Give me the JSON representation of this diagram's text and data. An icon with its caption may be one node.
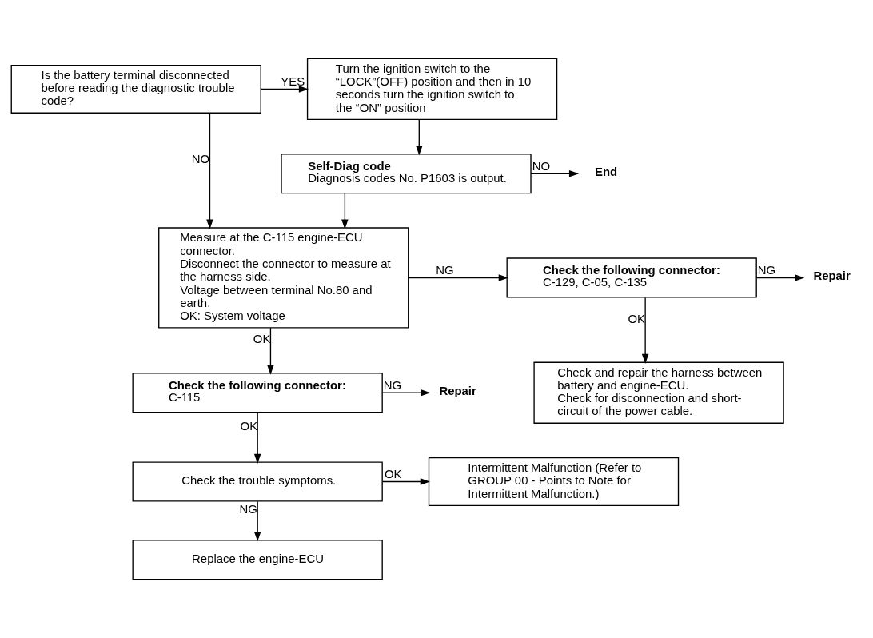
{
  "diagram": {
    "nodes": [
      {
        "text": [
          "Is the battery terminal disconnected before reading the diagnostic trouble code?"
        ]
      },
      {
        "text": [
          "Turn the ignition switch to the “LOCK”(OFF) position and then in 10 seconds turn the ignition switch to the “ON” position"
        ]
      },
      {
        "text": [
          "Self-Diag code",
          "Diagnosis codes No. P1603 is output."
        ]
      },
      {
        "text": [
          "End"
        ]
      },
      {
        "text": [
          "Measure at the C-115 engine-ECU connector.",
          "Disconnect the connector to measure at the harness side.",
          "Voltage between terminal No.80 and earth.",
          "OK: System voltage"
        ]
      },
      {
        "text": [
          "Check the following connector:",
          "C-129, C-05, C-135"
        ]
      },
      {
        "text": [
          "Repair"
        ]
      },
      {
        "text": [
          "Check and repair the harness between battery and engine-ECU.",
          "Check for disconnection and short-circuit of the power cable."
        ]
      },
      {
        "text": [
          "Check the following connector:",
          "C-115"
        ]
      },
      {
        "text": [
          "Repair"
        ]
      },
      {
        "text": [
          "Check the trouble symptoms."
        ]
      },
      {
        "text": [
          "Intermittent Malfunction (Refer to GROUP 00 - Points to Note for Intermittent Malfunction.)"
        ]
      },
      {
        "text": [
          "Replace the engine-ECU"
        ]
      }
    ],
    "edges": [
      {
        "from": 0,
        "to": 1,
        "arrow": "to",
        "label": "YES"
      },
      {
        "from": 0,
        "to": 4,
        "arrow": "to",
        "label": "NO"
      },
      {
        "from": 1,
        "to": 2,
        "arrow": "to"
      },
      {
        "from": 2,
        "to": 3,
        "arrow": "to",
        "label": "NO"
      },
      {
        "from": 2,
        "to": 4,
        "arrow": "to"
      },
      {
        "from": 4,
        "to": 5,
        "arrow": "to",
        "label": "NG"
      },
      {
        "from": 5,
        "to": 6,
        "arrow": "to",
        "label": "NG"
      },
      {
        "from": 5,
        "to": 7,
        "arrow": "to",
        "label": "OK"
      },
      {
        "from": 4,
        "to": 8,
        "arrow": "to",
        "label": "OK"
      },
      {
        "from": 8,
        "to": 9,
        "arrow": "to",
        "label": "NG"
      },
      {
        "from": 8,
        "to": 10,
        "arrow": "to",
        "label": "OK"
      },
      {
        "from": 10,
        "to": 11,
        "arrow": "to",
        "label": "OK"
      },
      {
        "from": 10,
        "to": 12,
        "arrow": "to",
        "label": "NG"
      }
    ]
  }
}
